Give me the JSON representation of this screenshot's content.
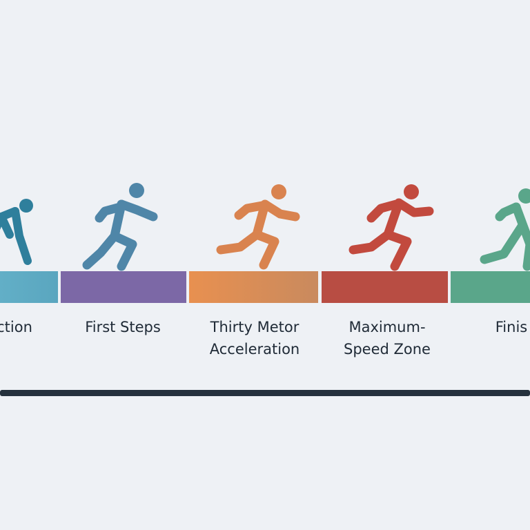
{
  "stages": [
    {
      "label": "ction",
      "color": "#5aa6bf",
      "runner_color": "#2f7f9c",
      "icon": "crouching-start-runner-icon"
    },
    {
      "label": "First Steps",
      "color": "#7c68a6",
      "runner_color": "#4f86a8",
      "icon": "runner-icon"
    },
    {
      "label": "Thirty Metor\nAcceleration",
      "color": "#e08a4f",
      "runner_color": "#d9834f",
      "icon": "runner-icon"
    },
    {
      "label": "Maximum-\nSpeed Zone",
      "color": "#b84d43",
      "runner_color": "#c24a3e",
      "icon": "runner-icon"
    },
    {
      "label": "Finis",
      "color": "#5aa68a",
      "runner_color": "#5aa68a",
      "icon": "runner-icon"
    }
  ]
}
